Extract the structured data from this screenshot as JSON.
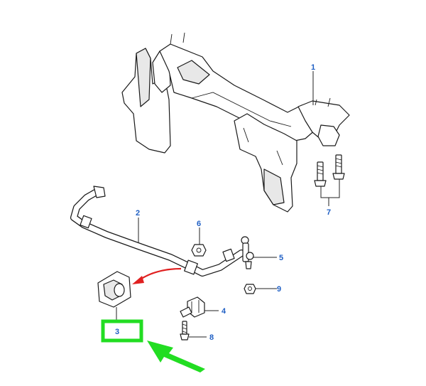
{
  "callouts": {
    "c1": "1",
    "c2": "2",
    "c3": "3",
    "c4": "4",
    "c5": "5",
    "c6": "6",
    "c7": "7",
    "c8": "8",
    "c9": "9"
  },
  "colors": {
    "callout_text": "#1f5fc4",
    "highlight": "#22dd22",
    "motion_arrow": "#e02020",
    "line_art": "#1a1a1a"
  },
  "highlighted_callout": "3"
}
